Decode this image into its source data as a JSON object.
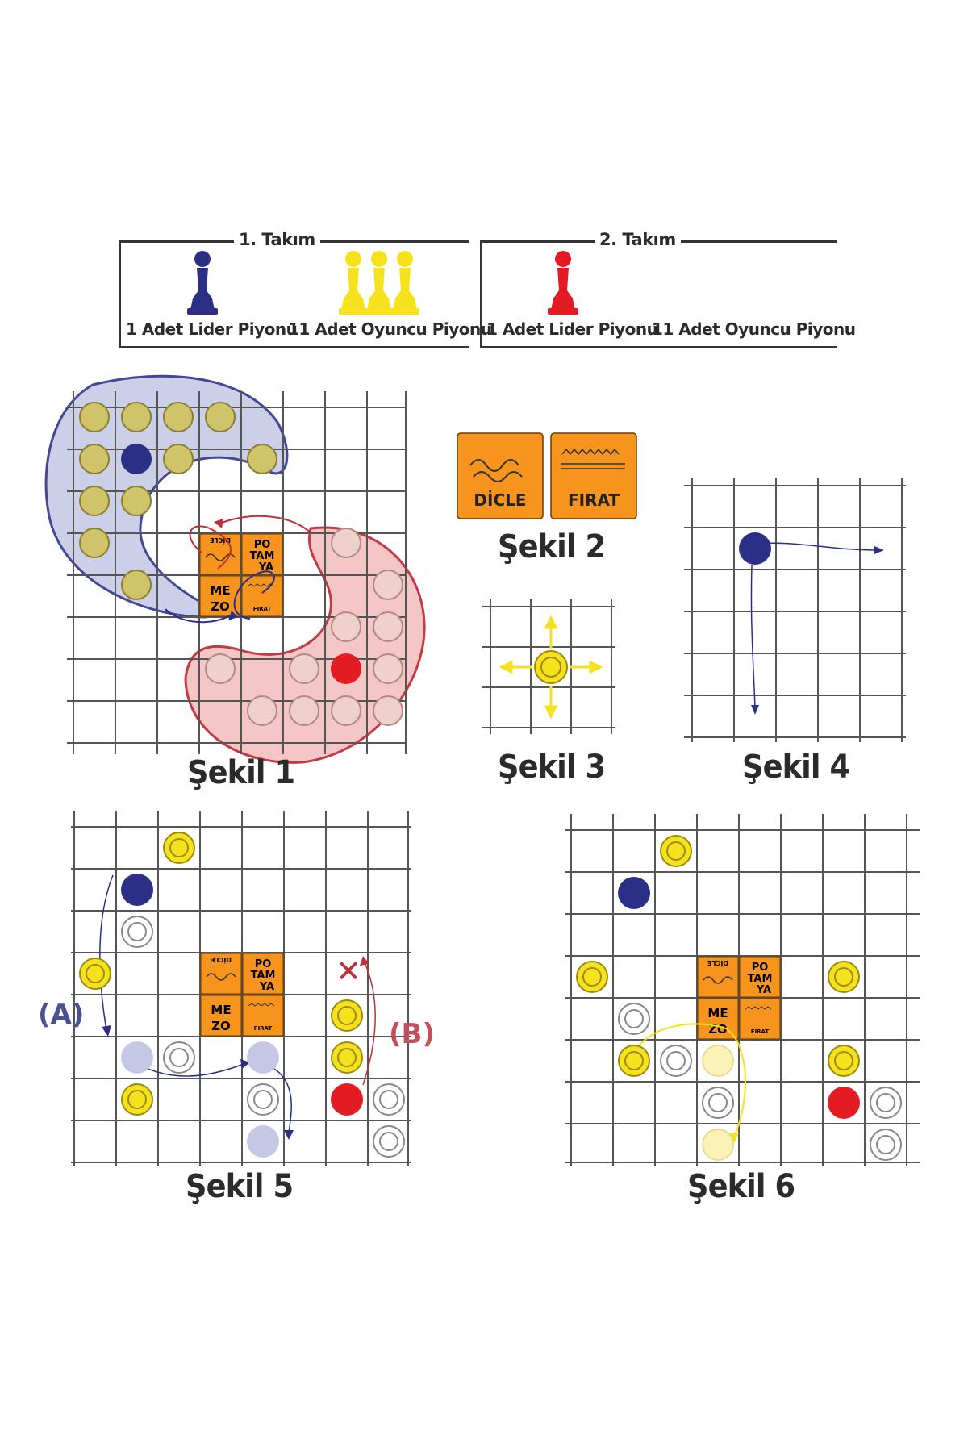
{
  "legend": {
    "team1": {
      "title": "1. Takım",
      "leader_caption": "1 Adet Lider Piyonu",
      "players_caption": "11 Adet Oyuncu Piyonu",
      "leader_color": "#2b2f86",
      "player_color": "#f6e21c"
    },
    "team2": {
      "title": "2. Takım",
      "leader_caption": "1 Adet Lider Piyonu",
      "players_caption": "11 Adet Oyuncu Piyonu",
      "leader_color": "#e31b23"
    }
  },
  "tiles": {
    "dicle": "DİCLE",
    "firat": "FIRAT",
    "dicle_mirrored": "DİCLE",
    "po": "PO",
    "tam": "TAM",
    "ya": "YA",
    "me": "ME",
    "zo": "ZO",
    "color": "#f7941d"
  },
  "figures": {
    "sekil1": "Şekil 1",
    "sekil2": "Şekil 2",
    "sekil3": "Şekil 3",
    "sekil4": "Şekil 4",
    "sekil5": "Şekil 5",
    "sekil6": "Şekil 6"
  },
  "annotations": {
    "a": "(A)",
    "b": "(B)",
    "x": "✕"
  },
  "colors": {
    "blue": "#2b2f86",
    "yellow": "#f6e21c",
    "red": "#e31b23",
    "orange": "#f7941d",
    "team1_zone": "#c9cde6",
    "team2_zone": "#f4c4c4",
    "ghost_blue": "#c5c8e4",
    "ghost_yellow": "#fbf2b8"
  }
}
